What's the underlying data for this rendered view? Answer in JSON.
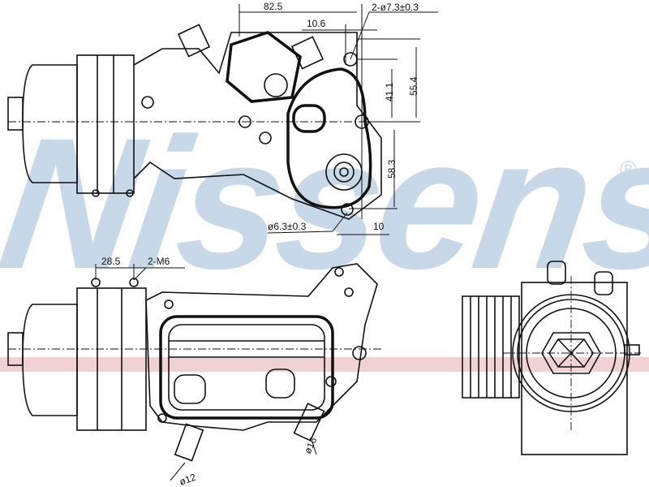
{
  "watermark": {
    "brand": "Nissens",
    "registered_mark": "®",
    "blue": "#c7d8e8",
    "red": "#f0d2d6"
  },
  "dimensions": {
    "top_view": {
      "width_overall": "82.5",
      "offset": "10.6",
      "holes_top": "2-ø7.3±0.3",
      "height_upper": "41.1",
      "height_total": "55.4",
      "height_lower": "58.3",
      "hole_bottom": "ø6.3±0.3",
      "offset_bottom": "10"
    },
    "front_view": {
      "spacing": "28.5",
      "threads": "2-M6",
      "pipe_left": "ø12",
      "pipe_right": "ø16"
    }
  }
}
